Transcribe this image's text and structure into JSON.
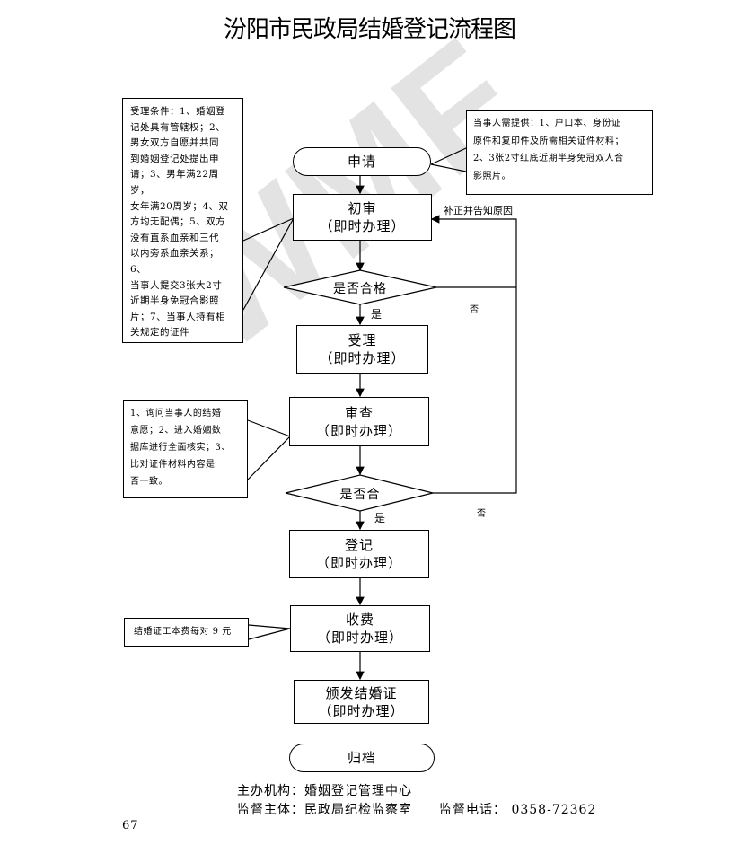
{
  "title": "汾阳市民政局结婚登记流程图",
  "nodes": {
    "apply": "申请",
    "initial_review": [
      "初审",
      "（即时办理）"
    ],
    "check1": "是否合格",
    "accept": [
      "受理",
      "（即时办理）"
    ],
    "examine": [
      "审查",
      "（即时办理）"
    ],
    "check2": "是否合",
    "register": [
      "登记",
      "（即时办理）"
    ],
    "charge": [
      "收费",
      "（即时办理）"
    ],
    "issue": [
      "颁发结婚证",
      "（即时办理）"
    ],
    "archive": "归档"
  },
  "labels": {
    "yes1": "是",
    "no1": "否",
    "yes2": "是",
    "no2": "否",
    "supplement": "补正并告知原因"
  },
  "notes": {
    "conditions": [
      "受理条件：1、婚姻登",
      "记处具有管辖权；2、",
      "男女双方自愿并共同",
      "到婚姻登记处提出申",
      "请；3、男年满22周岁，",
      "女年满20周岁；4、双",
      "方均无配偶；5、双方",
      "没有直系血亲和三代",
      "以内旁系血亲关系；6、",
      "当事人提交3张大2寸",
      "近期半身免冠合影照",
      "片；7、当事人持有相",
      "关规定的证件"
    ],
    "materials": [
      "当事人需提供：1、户口本、身份证",
      "原件和复印件及所需相关证件材料；",
      "2、3张2寸红底近期半身免冠双人合",
      "影照片。"
    ],
    "review_items": [
      "1、询问当事人的结婚",
      "意愿；2、进入婚姻数",
      "据库进行全面核实；3、",
      "比对证件材料内容是",
      "否一致。"
    ],
    "fee": "结婚证工本费每对 9 元"
  },
  "footer": {
    "sponsor": "主办机构：婚姻登记管理中心",
    "supervisor": "监督主体：民政局纪检监察室",
    "phone": "监督电话：  0358-72362"
  },
  "page_number": "67",
  "watermark": "WMF"
}
